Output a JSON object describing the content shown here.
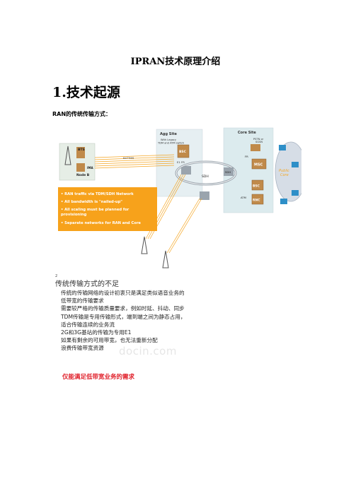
{
  "document": {
    "title": "IPRAN技术原理介绍",
    "section_heading": "1.技术起源",
    "caption": "RAN的传统传输方式："
  },
  "diagram": {
    "agg_site_label": "Agg Site",
    "agg_site_sublabel": [
      "With Legacy",
      "TDM and ATM switch"
    ],
    "core_site_label": "Core Site",
    "pstn_label": [
      "PSTN or",
      "SGSN"
    ],
    "bts_label": "BTS",
    "nodeb_label": "Node B",
    "ima_label": "IMA",
    "e1_label": "64TTIES",
    "bsc_label": "BSC",
    "e1_fr_label": "E1  FR",
    "fr_label": "FR",
    "msc_label": "MSC",
    "rnc_label": "RNC",
    "atm_label": "ATM",
    "sdh_label": "SDH",
    "sdh_node_label": "SDH",
    "cloud_label": [
      "Public",
      "Core"
    ],
    "bullets": [
      "• RAN traffic via TDM/SDH Network",
      "• All bandwidth is \"nailed-up\"",
      "• All scaling must be planned for",
      "  provisioning",
      "• Separate networks for RAN and Core"
    ],
    "colors": {
      "orange": "#f7a21b",
      "agg_bg": "#e6eff2",
      "core_bg": "#dcebee",
      "node_blue": "#2e8fc8",
      "link_orange": "#f5a623"
    }
  },
  "slide": {
    "marker": "2",
    "title": "传统传输方式的不足",
    "lines": [
      "传统的传输网络的设计初衷只是满足类似语音业务的",
      "低带宽的传输要求",
      "需要较严格的传输质量要求，例如时延、抖动、同步",
      "TDM传输是专用传输形式，端到端之间为静态占用，",
      "适合传输连续的业务流",
      "2G和3G基站的传输为专用E1",
      "如果有剩余的可用带宽，也无法重新分配",
      "浪费传输带宽资源"
    ],
    "highlight": "仅能满足低带宽业务的需求",
    "watermark": "docin.com"
  }
}
